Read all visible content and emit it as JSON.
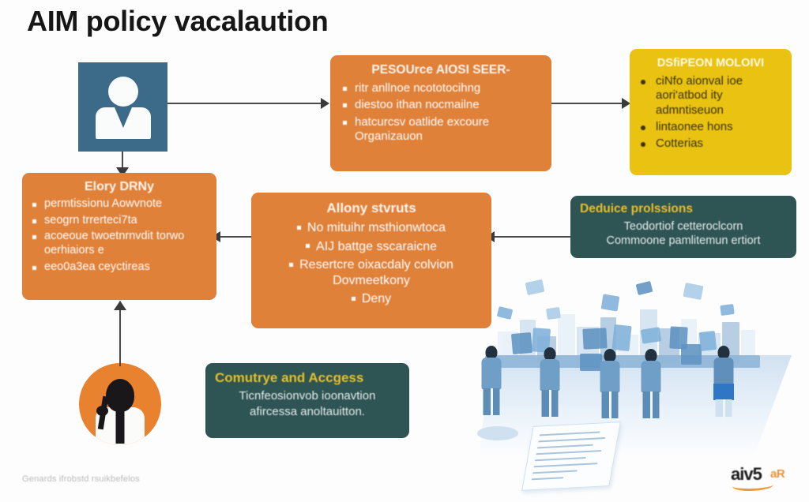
{
  "page": {
    "title": "AIM policy vacalaution",
    "footer_note": "Genards ifrobstd rsuikbefelos",
    "background_color": "#fdfdfd"
  },
  "colors": {
    "orange": "#e0813a",
    "yellow": "#e9c212",
    "teal": "#2e5453",
    "steel_blue": "#3c6b8a",
    "arrow": "#3a3a3a",
    "title_text": "#161616",
    "accent_logo_orange": "#ef9b3d"
  },
  "icons": {
    "user_tile": {
      "name": "user-person-icon",
      "background": "#3c6b8a"
    },
    "admin_circle": {
      "name": "administrator-person-icon",
      "background": "#e8822f"
    }
  },
  "cards": {
    "resource_access": {
      "title": "PESOUrce AIOSI SEER-",
      "bullets": [
        "ritr anllnoe ncototocihng",
        "diestoo ithan nocmailne",
        "hatcurcsv oatlide excoure Organizauon"
      ]
    },
    "decision_policy": {
      "title": "DSfiPEON MOLOIVI",
      "bullets": [
        "ciNfo aionval ioe aori'atbod ity admntiseuon",
        "lintaonee hons",
        "Cotterias"
      ]
    },
    "explicit_deny": {
      "title": "Elory DRNy",
      "bullets": [
        "permtissionu Aowvnote",
        "seogrn trrerteci7ta",
        "acoeoue twoetnrnvdit torwo oerhiaiors e",
        "eeo0a3ea ceyctireas"
      ]
    },
    "allow_statements": {
      "title": "Allony stvruts",
      "bullets": [
        "No mituihr msthionwtoca",
        "AIJ battge sscaraicne",
        "Resertcre oixacdaly colvion Dovmeetkony",
        "Deny"
      ]
    },
    "deduce_provisions": {
      "title": "Deduice prolssions",
      "lines": [
        "Teodortiof cetteroclcorn",
        "Commoone pamlitemun ertiort"
      ]
    },
    "compute_access": {
      "title": "Comutrye and Accgess",
      "lines": [
        "Ticnfeosionvob ioonavtion",
        "afircessa anoltauitton."
      ]
    }
  },
  "logo": {
    "name": "aws-logo",
    "main_text": "aiv5",
    "sub_text": "aR"
  },
  "illustration": {
    "name": "people-data-illustration",
    "description": "blue-toned business people standing at a counter with floating document cards, a city skyline backdrop and a document sheet on the floor",
    "people_count": 5
  },
  "connectors": [
    {
      "name": "arrow-user-to-resource-access",
      "direction": "right"
    },
    {
      "name": "arrow-resource-access-to-decision-policy",
      "direction": "right"
    },
    {
      "name": "arrow-user-to-explicit-deny",
      "direction": "down"
    },
    {
      "name": "arrow-allow-to-explicit-deny",
      "direction": "left"
    },
    {
      "name": "arrow-deduce-to-allow",
      "direction": "left"
    },
    {
      "name": "arrow-admin-to-explicit-deny",
      "direction": "up"
    }
  ]
}
